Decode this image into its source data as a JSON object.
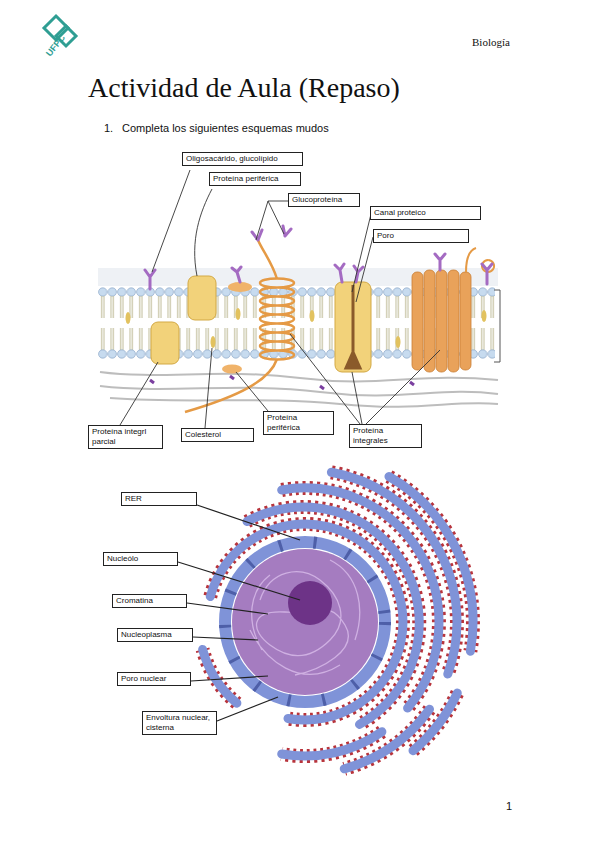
{
  "diagram": {
    "title": "Actividad de Aula (Repaso)",
    "nodes": [
      {
        "text": [
          "Oligosacárido, glucolípido"
        ]
      },
      {
        "text": [
          "Proteína periférica"
        ]
      },
      {
        "text": [
          "Glucoproteína"
        ]
      },
      {
        "text": [
          "Canal proteico"
        ]
      },
      {
        "text": [
          "Poro"
        ]
      },
      {
        "text": [
          "Proteína integrl parcial"
        ]
      },
      {
        "text": [
          "Colesterol"
        ]
      },
      {
        "text": [
          "Proteína periférica"
        ]
      },
      {
        "text": [
          "Proteína integrales"
        ]
      },
      {
        "text": [
          "RER"
        ]
      },
      {
        "text": [
          "Nucleólo"
        ]
      },
      {
        "text": [
          "Cromatina"
        ]
      },
      {
        "text": [
          "Nucleoplasma"
        ]
      },
      {
        "text": [
          "Poro nuclear"
        ]
      },
      {
        "text": [
          "Envoltura nuclear, cisterna"
        ]
      }
    ],
    "labels": [
      "UFPC",
      "Biología",
      "1.",
      "Completa los siguientes esquemas mudos",
      "1"
    ]
  }
}
